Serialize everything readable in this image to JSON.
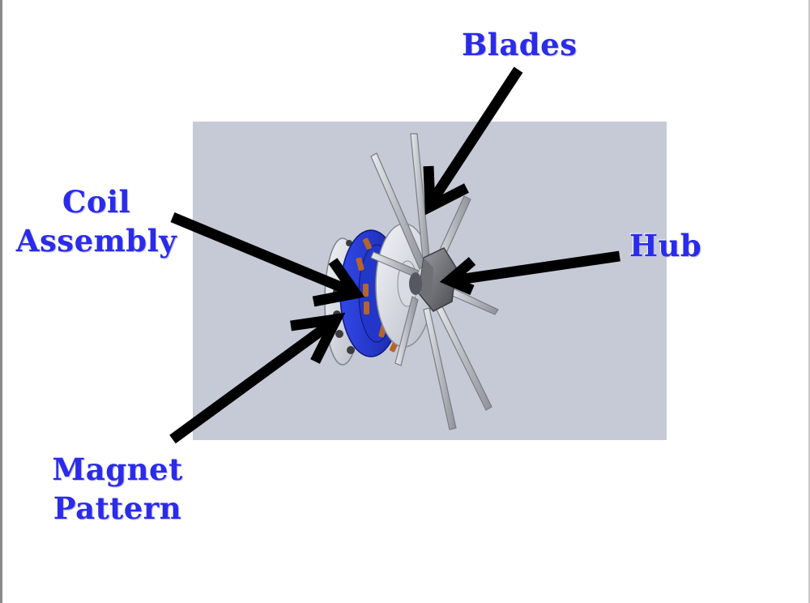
{
  "labels": {
    "blades": "Blades",
    "coil_assembly": [
      "Coil",
      "Assembly"
    ],
    "hub": "Hub",
    "magnet_pattern": [
      "Magnet",
      "Pattern"
    ]
  },
  "colors": {
    "label_text": "#2b2bea",
    "background_panel": "#c5cad6",
    "arrow": "#000000",
    "coil_ring": "#2a3fd0"
  }
}
